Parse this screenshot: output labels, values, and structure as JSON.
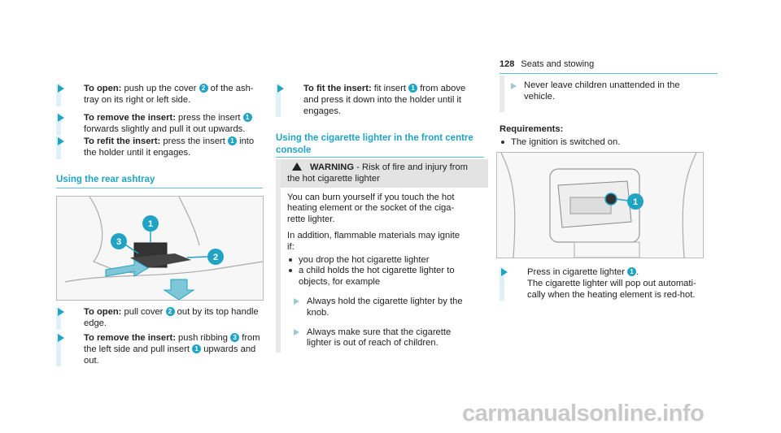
{
  "header": {
    "page_number": "128",
    "section": "Seats and stowing"
  },
  "col1": {
    "steps": [
      {
        "label": "To open:",
        "pre": " push up the cover ",
        "badge": "2",
        "post": " of the ash-\ntray on its right or left side."
      },
      {
        "label": "To remove the insert:",
        "pre": " press the insert ",
        "badge": "1",
        "post": "\nforwards slightly and pull it out upwards."
      },
      {
        "label": "To refit the insert:",
        "pre": " press the insert ",
        "badge": "1",
        "post": " into\nthe holder until it engages."
      }
    ],
    "heading": "Using the rear ashtray",
    "steps2": [
      {
        "label": "To open:",
        "pre": " pull cover ",
        "badge": "2",
        "post": " out by its top handle\nedge."
      },
      {
        "label": "To remove the insert:",
        "pre": " push ribbing ",
        "badge": "3",
        "post": " from\nthe left side and pull insert ",
        "badge2": "1",
        "post2": " upwards and\nout."
      }
    ]
  },
  "col2": {
    "step": {
      "label": "To fit the insert:",
      "pre": " fit insert ",
      "badge": "1",
      "post": " from above\nand press it down into the holder until it\nengages."
    },
    "heading": "Using the cigarette lighter in the front centre console",
    "warning": {
      "title": "WARNING",
      "title_rest": " - Risk of fire and injury from\nthe hot cigarette lighter",
      "p1": "You can burn yourself if you touch the hot\nheating element or the socket of the ciga-\nrette lighter.",
      "p2": "In addition, flammable materials may ignite\nif:",
      "bullets": [
        "you drop the hot cigarette lighter",
        "a child holds the hot cigarette lighter to\nobjects, for example"
      ],
      "steps": [
        "Always hold the cigarette lighter by the\nknob.",
        "Always make sure that the cigarette\nlighter is out of reach of children."
      ]
    }
  },
  "col3": {
    "tip": "Never leave children unattended in the\nvehicle.",
    "requirements_label": "Requirements:",
    "requirements": [
      "The ignition is switched on."
    ],
    "step": {
      "pre": "Press in cigarette lighter ",
      "badge": "1",
      "post": ".\nThe cigarette lighter will pop out automati-\ncally when the heating element is red-hot."
    }
  },
  "watermark": "carmanualsonline.info",
  "colors": {
    "accent": "#21a3c3",
    "rule": "#5cc3d6"
  }
}
